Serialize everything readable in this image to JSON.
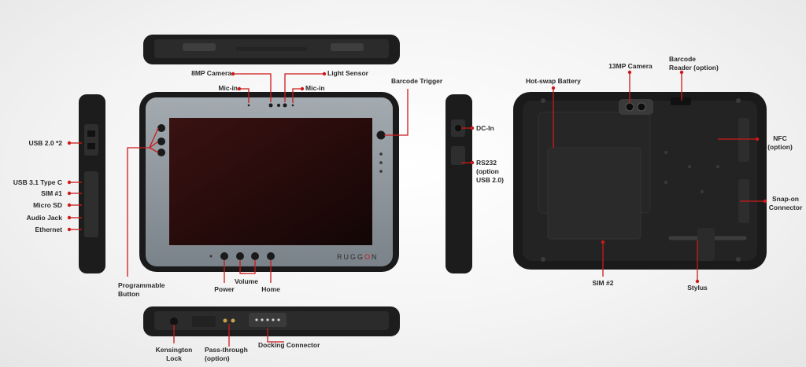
{
  "labels": {
    "usb2": "USB 2.0 *2",
    "usb31": "USB 3.1  Type C",
    "sim1": "SIM #1",
    "microsd": "Micro SD",
    "audio": "Audio Jack",
    "ethernet": "Ethernet",
    "programmable_line1": "Programmable",
    "programmable_line2": "Button",
    "camera8": "8MP Camera",
    "light_sensor": "Light Sensor",
    "mic_left": "Mic-in",
    "mic_right": "Mic-in",
    "barcode_trigger": "Barcode Trigger",
    "dc_in": "DC-In",
    "rs232_line1": "RS232",
    "rs232_line2": "(option",
    "rs232_line3": "USB 2.0)",
    "power": "Power",
    "volume": "Volume",
    "home": "Home",
    "kensington_line1": "Kensington",
    "kensington_line2": "Lock",
    "passthrough_line1": "Pass-through",
    "passthrough_line2": "(option)",
    "docking": "Docking Connector",
    "hotswap": "Hot-swap Battery",
    "camera13": "13MP Camera",
    "barcode_reader_line1": "Barcode",
    "barcode_reader_line2": "Reader (option)",
    "nfc_line1": "NFC",
    "nfc_line2": "(option)",
    "snapon_line1": "Snap-on",
    "snapon_line2": "Connector",
    "sim2": "SIM #2",
    "stylus": "Stylus"
  },
  "brand": "RUGGON",
  "colors": {
    "callout": "#cc1a1a",
    "device": "#1c1c1c",
    "bezel": "#8c949a",
    "screen": "#2a0f0f"
  }
}
